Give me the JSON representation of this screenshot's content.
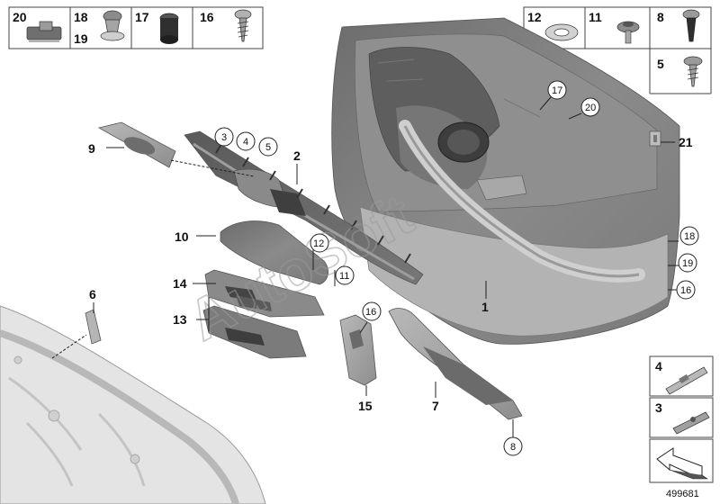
{
  "header_parts": [
    {
      "label": "20",
      "icon": "clip-bar-icon"
    },
    {
      "label": "18",
      "icon": "push-nut-icon"
    },
    {
      "label": "19",
      "icon": "push-nut-icon"
    },
    {
      "label": "17",
      "icon": "rubber-buffer-icon"
    },
    {
      "label": "16",
      "icon": "screw-icon"
    },
    {
      "label": "12",
      "icon": "spring-nut-icon"
    },
    {
      "label": "11",
      "icon": "collar-screw-icon"
    },
    {
      "label": "8",
      "icon": "expanding-rivet-icon"
    },
    {
      "label": "5",
      "icon": "screw-icon"
    }
  ],
  "parts": [
    {
      "label": "9",
      "name": "speaker-grille"
    },
    {
      "label": "3"
    },
    {
      "label": "4"
    },
    {
      "label": "5"
    },
    {
      "label": "2",
      "name": "decor-trim-strip"
    },
    {
      "label": "10",
      "name": "armrest-cover"
    },
    {
      "label": "12"
    },
    {
      "label": "11"
    },
    {
      "label": "14",
      "name": "switch-trim-upper"
    },
    {
      "label": "13",
      "name": "switch-trim-lower"
    },
    {
      "label": "6",
      "name": "small-bracket"
    },
    {
      "label": "16"
    },
    {
      "label": "15",
      "name": "grip-bracket"
    },
    {
      "label": "7",
      "name": "pull-handle"
    },
    {
      "label": "8"
    },
    {
      "label": "1",
      "name": "door-trim-panel"
    },
    {
      "label": "17"
    },
    {
      "label": "20"
    },
    {
      "label": "21"
    },
    {
      "label": "18"
    },
    {
      "label": "19"
    },
    {
      "label": "16"
    }
  ],
  "detail_parts": [
    {
      "label": "4",
      "icon": "mounting-clip-icon"
    },
    {
      "label": "3",
      "icon": "mounting-clip-icon"
    }
  ],
  "watermark": "AutoSoft",
  "diagram_code": "499681"
}
